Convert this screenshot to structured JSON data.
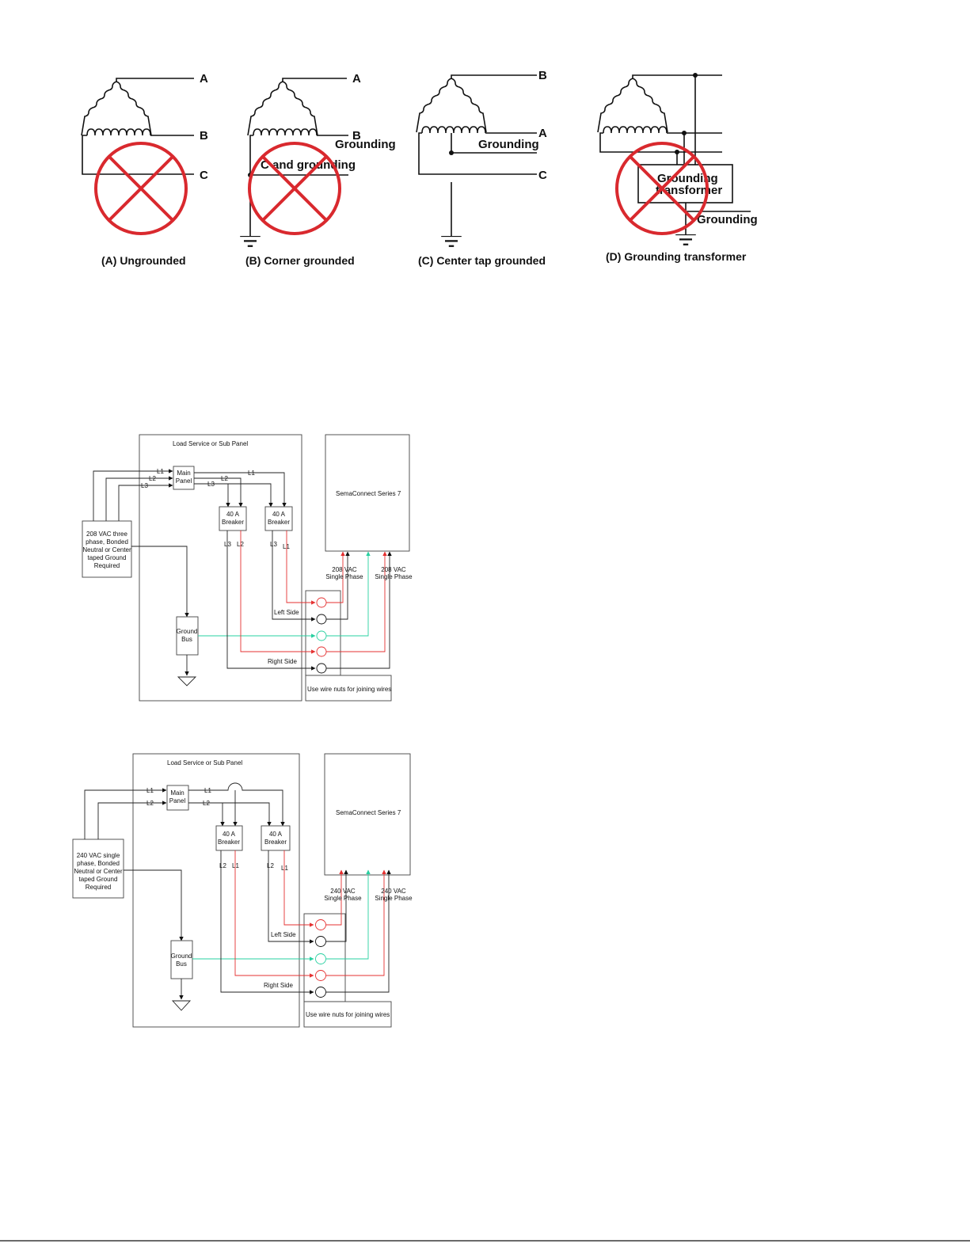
{
  "colors": {
    "red_wire": "#e53030",
    "green_wire": "#27d0a0",
    "black_wire": "#111111",
    "prohibited_mark": "#d9292e",
    "box_fill": "#ececec"
  },
  "top_figure": {
    "panels": [
      {
        "caption": "(A)  Ungrounded",
        "terminals": [
          "A",
          "B",
          "C"
        ],
        "prohibited": true
      },
      {
        "caption": "(B)  Corner grounded",
        "terminals": [
          "A",
          "B",
          "Grounding",
          "C and  grounding"
        ],
        "prohibited": true
      },
      {
        "caption": "(C)  Center tap grounded",
        "terminals": [
          "B",
          "A",
          "Grounding",
          "C"
        ],
        "prohibited": false
      },
      {
        "caption": "(D)  Grounding transformer",
        "box_label": [
          "Grounding",
          "transformer"
        ],
        "grounding_label": "Grounding",
        "prohibited": true
      }
    ]
  },
  "wiring_diagrams": [
    {
      "panel_title": "Load Service or Sub Panel",
      "source_label": [
        "208 VAC three",
        "phase, Bonded",
        "Neutral or Center",
        "taped Ground",
        "Required"
      ],
      "main_panel": [
        "Main",
        "Panel"
      ],
      "breakers": [
        [
          "40 A",
          "Breaker"
        ],
        [
          "40 A",
          "Breaker"
        ]
      ],
      "feed_lines": [
        "L1",
        "L2",
        "L3"
      ],
      "branch_lines": [
        "L1",
        "L2",
        "L3"
      ],
      "breaker_outputs": [
        [
          "L3",
          "L2"
        ],
        [
          "L3",
          "L1"
        ]
      ],
      "ground_bus": [
        "Ground",
        "Bus"
      ],
      "charger": "SemaConnect Series 7",
      "supply_labels": [
        [
          "208 VAC",
          "Single Phase"
        ],
        [
          "208 VAC",
          "Single Phase"
        ]
      ],
      "side_labels": [
        "Left Side",
        "Right Side"
      ],
      "note": "Use wire nuts for joining wires"
    },
    {
      "panel_title": "Load Service or Sub Panel",
      "source_label": [
        "240 VAC single",
        "phase, Bonded",
        "Neutral or Center",
        "taped Ground",
        "Required"
      ],
      "main_panel": [
        "Main",
        "Panel"
      ],
      "breakers": [
        [
          "40 A",
          "Breaker"
        ],
        [
          "40 A",
          "Breaker"
        ]
      ],
      "feed_lines": [
        "L1",
        "L2"
      ],
      "branch_lines": [
        "L1",
        "L2"
      ],
      "breaker_outputs": [
        [
          "L2",
          "L1"
        ],
        [
          "L2",
          "L1"
        ]
      ],
      "ground_bus": [
        "Ground",
        "Bus"
      ],
      "charger": "SemaConnect Series 7",
      "supply_labels": [
        [
          "240 VAC",
          "Single Phase"
        ],
        [
          "240 VAC",
          "Single Phase"
        ]
      ],
      "side_labels": [
        "Left Side",
        "Right Side"
      ],
      "note": "Use wire nuts for joining wires"
    }
  ]
}
